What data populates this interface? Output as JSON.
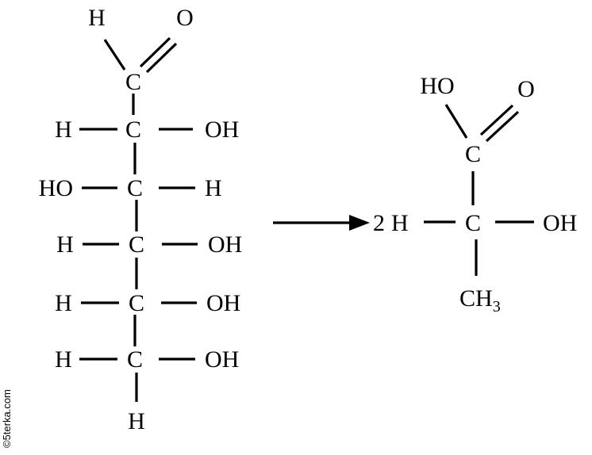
{
  "glucose": {
    "aldehyde_h": "H",
    "aldehyde_o": "O",
    "carbon": "C",
    "rows": [
      {
        "left": "H",
        "right": "OH"
      },
      {
        "left": "HO",
        "right": "H"
      },
      {
        "left": "H",
        "right": "OH"
      },
      {
        "left": "H",
        "right": "OH"
      },
      {
        "left": "H",
        "right": "OH"
      }
    ],
    "bottom_h": "H"
  },
  "lactic_acid": {
    "coefficient": "2",
    "acid_oh": "HO",
    "acid_o": "O",
    "carbon": "C",
    "left": "H",
    "right": "OH",
    "methyl": "CH",
    "methyl_sub": "3"
  },
  "watermark": "©5terka.com"
}
